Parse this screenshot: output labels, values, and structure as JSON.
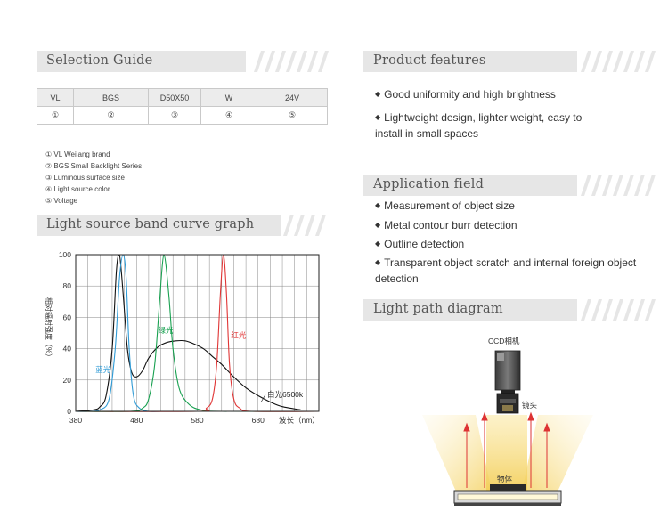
{
  "sections": {
    "selection_guide": "Selection Guide",
    "product_features": "Product features",
    "application_field": "Application field",
    "band_curve": "Light source band curve graph",
    "light_path": "Light path diagram"
  },
  "selection_table": {
    "codes": [
      "VL",
      "BGS",
      "D50X50",
      "W",
      "24V"
    ],
    "markers": [
      "①",
      "②",
      "③",
      "④",
      "⑤"
    ]
  },
  "legend": [
    "① VL Weilang brand",
    "② BGS Small Backlight Series",
    "③ Luminous surface size",
    "④ Light source color",
    "⑤ Voltage"
  ],
  "features": [
    "Good uniformity and high brightness",
    "Lightweight design, lighter weight, easy to install in small spaces"
  ],
  "applications": [
    "Measurement of object size",
    "Metal contour burr detection",
    "Outline detection",
    "Transparent object scratch and internal foreign object detection"
  ],
  "bullet": "◆",
  "diagram": {
    "camera": "CCD相机",
    "lens": "镜头",
    "object": "物体"
  },
  "chart_data": {
    "type": "line",
    "title": "",
    "xlabel": "波长（nm）",
    "ylabel": "相对辐射强度（%）",
    "xlim": [
      380,
      780
    ],
    "ylim": [
      0,
      100
    ],
    "xticks": [
      380,
      480,
      580,
      680
    ],
    "yticks": [
      0,
      20,
      40,
      60,
      80,
      100
    ],
    "grid": true,
    "series": [
      {
        "name": "蓝光",
        "color": "#2f9bd6",
        "x": [
          380,
          400,
          420,
          435,
          445,
          452,
          458,
          463,
          468,
          475,
          485,
          500,
          520,
          580,
          780
        ],
        "y": [
          0,
          0,
          1,
          8,
          40,
          85,
          100,
          85,
          40,
          10,
          2,
          0,
          0,
          0,
          0
        ]
      },
      {
        "name": "绿光",
        "color": "#18a050",
        "x": [
          380,
          470,
          490,
          500,
          510,
          518,
          525,
          533,
          540,
          550,
          565,
          585,
          620,
          780
        ],
        "y": [
          0,
          0,
          2,
          8,
          30,
          70,
          100,
          75,
          40,
          15,
          5,
          1,
          0,
          0
        ]
      },
      {
        "name": "红光",
        "color": "#e03535",
        "x": [
          380,
          580,
          595,
          605,
          612,
          618,
          623,
          628,
          633,
          640,
          650,
          670,
          780
        ],
        "y": [
          0,
          0,
          2,
          8,
          30,
          75,
          100,
          75,
          30,
          8,
          2,
          0,
          0
        ]
      },
      {
        "name": "白光6500k",
        "color": "#111111",
        "x": [
          380,
          410,
          420,
          430,
          440,
          447,
          452,
          458,
          465,
          472,
          480,
          490,
          500,
          515,
          530,
          545,
          560,
          575,
          590,
          605,
          620,
          640,
          660,
          680,
          700,
          720,
          750
        ],
        "y": [
          0,
          1,
          3,
          10,
          40,
          90,
          100,
          75,
          40,
          25,
          22,
          26,
          34,
          41,
          44,
          45,
          45,
          43,
          40,
          35,
          30,
          22,
          15,
          10,
          6,
          3,
          1
        ]
      }
    ]
  }
}
